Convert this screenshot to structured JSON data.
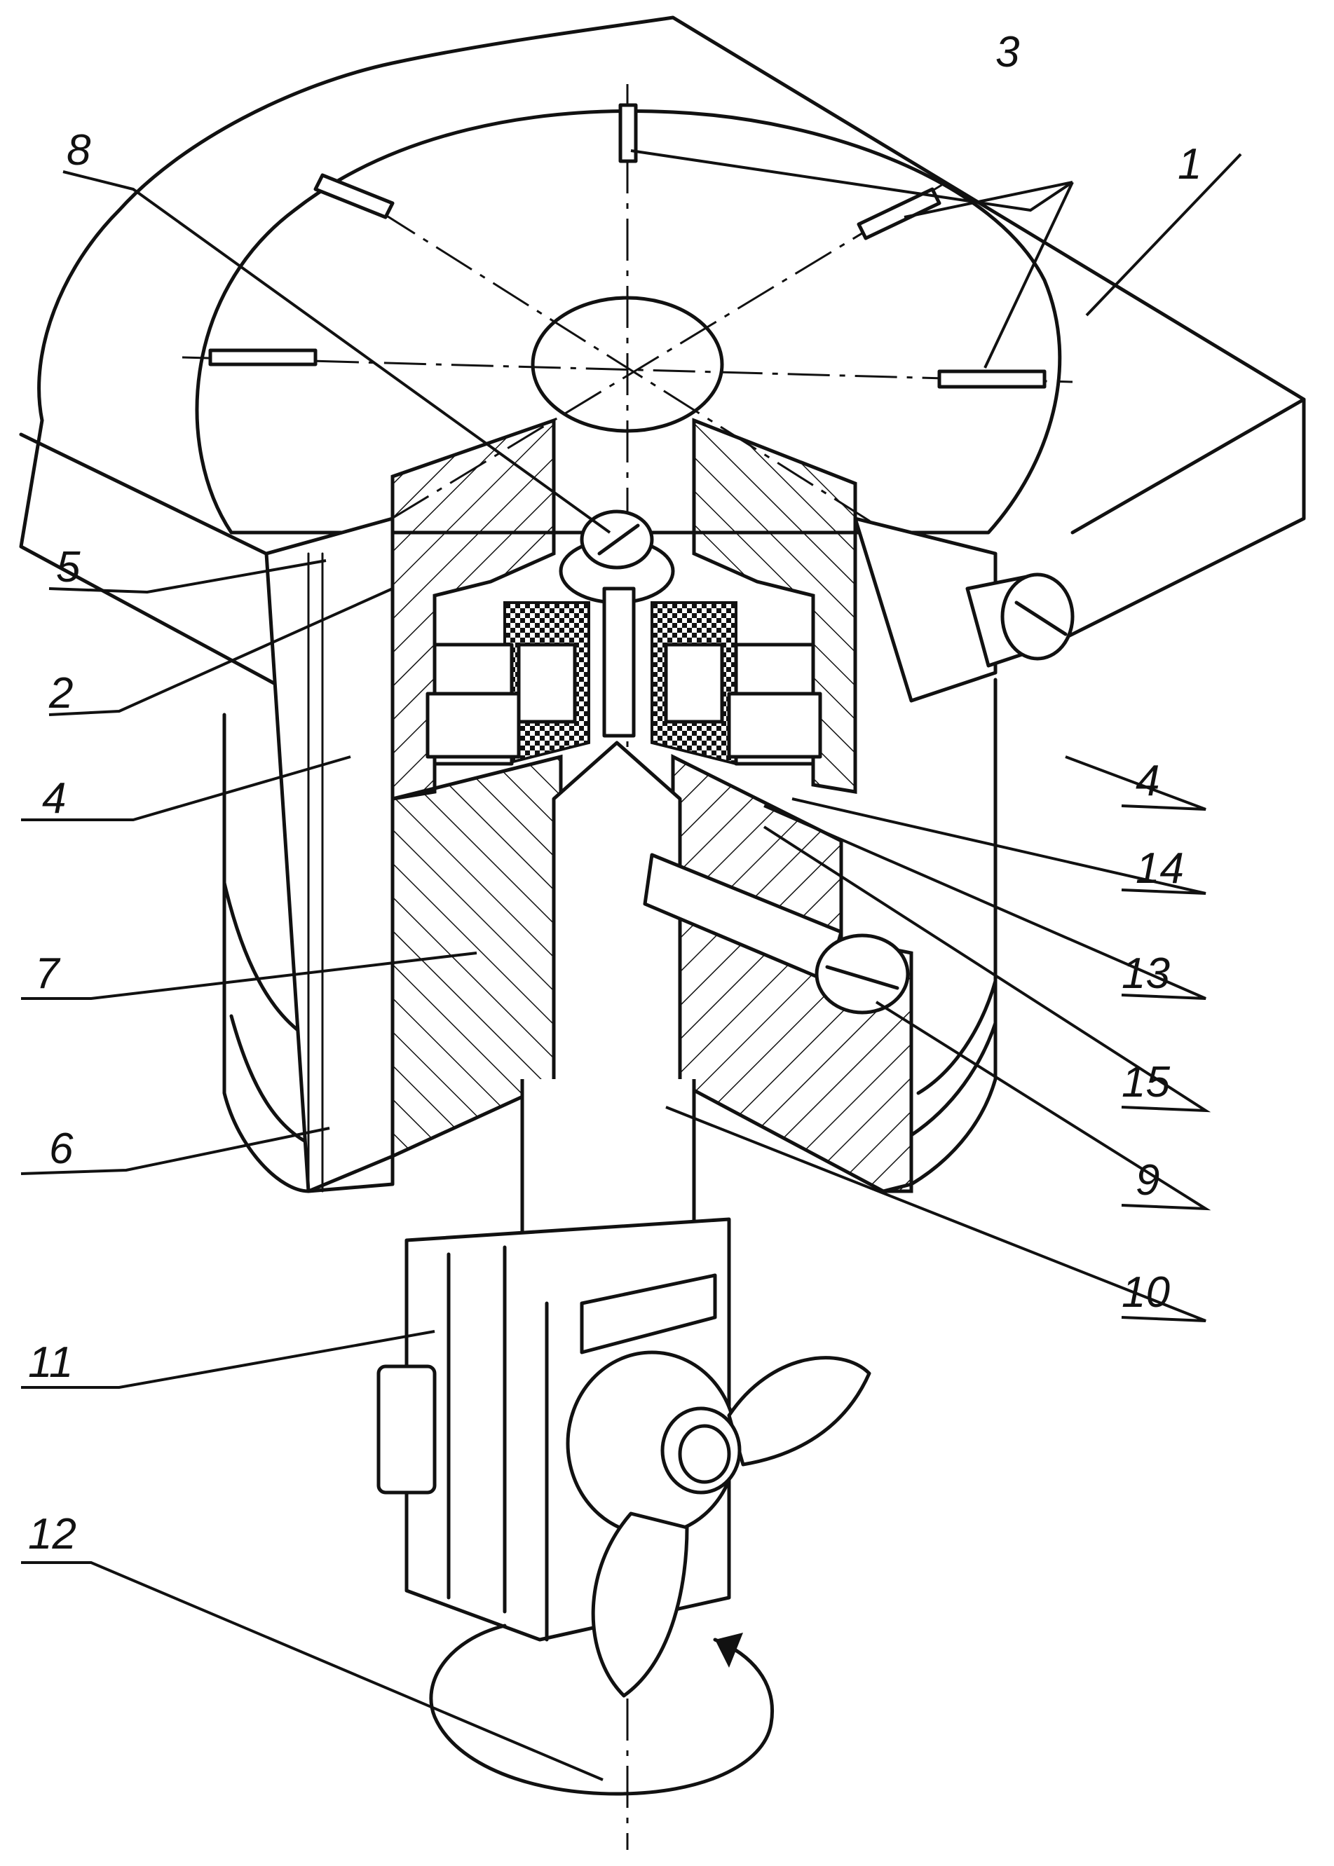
{
  "callouts": [
    {
      "label": "1"
    },
    {
      "label": "2"
    },
    {
      "label": "3"
    },
    {
      "label": "4"
    },
    {
      "label": "4"
    },
    {
      "label": "5"
    },
    {
      "label": "6"
    },
    {
      "label": "7"
    },
    {
      "label": "8"
    },
    {
      "label": "9"
    },
    {
      "label": "10"
    },
    {
      "label": "11"
    },
    {
      "label": "12"
    },
    {
      "label": "13"
    },
    {
      "label": "14"
    },
    {
      "label": "15"
    }
  ],
  "colors": {
    "ink": "#111111",
    "paper": "#ffffff",
    "hatch": "#111111"
  }
}
